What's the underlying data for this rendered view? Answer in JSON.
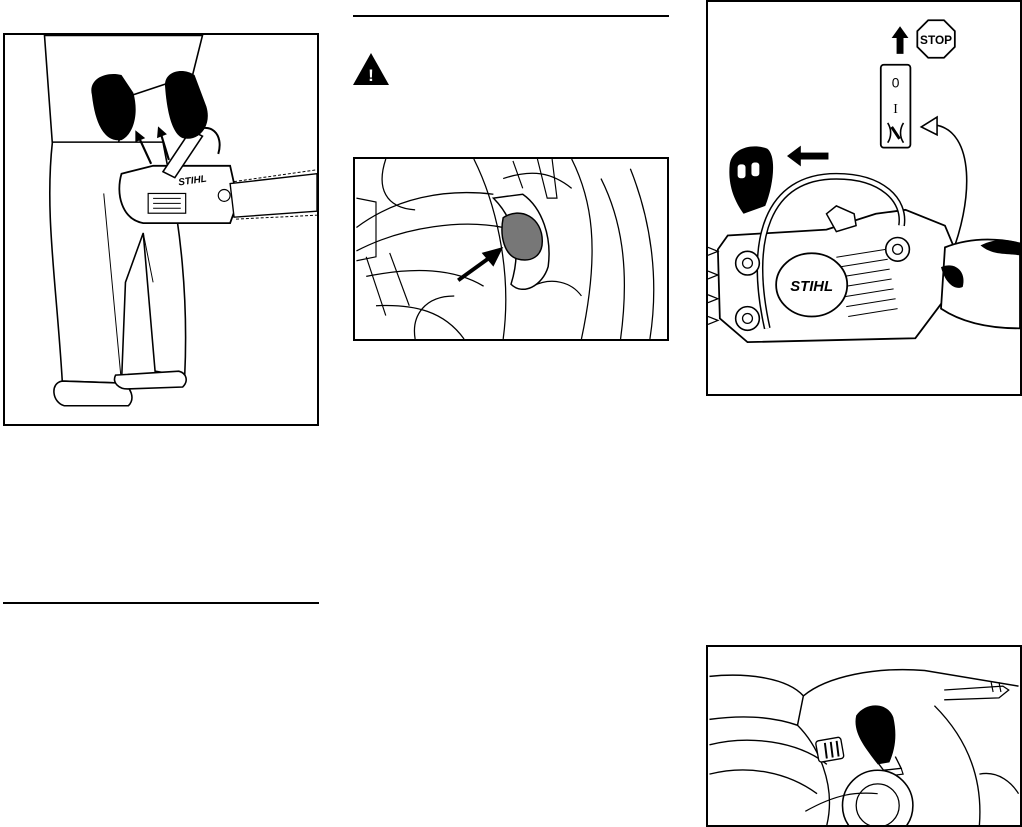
{
  "brand": {
    "logo_text": "STIHL"
  },
  "control_panel": {
    "stop_sign": "STOP",
    "positions": [
      "0",
      "I",
      "choke"
    ]
  },
  "warning": {
    "symbol": "!"
  },
  "figures": [
    {
      "id": "fig-operator-holding-saw",
      "subject": "operator gripping chainsaw handles"
    },
    {
      "id": "fig-oil-inspection-window",
      "subject": "shaded inspection window with arrow"
    },
    {
      "id": "fig-master-control-lever",
      "subject": "master control lever and position symbols"
    },
    {
      "id": "fig-lever-detail",
      "subject": "lever close-up"
    }
  ]
}
